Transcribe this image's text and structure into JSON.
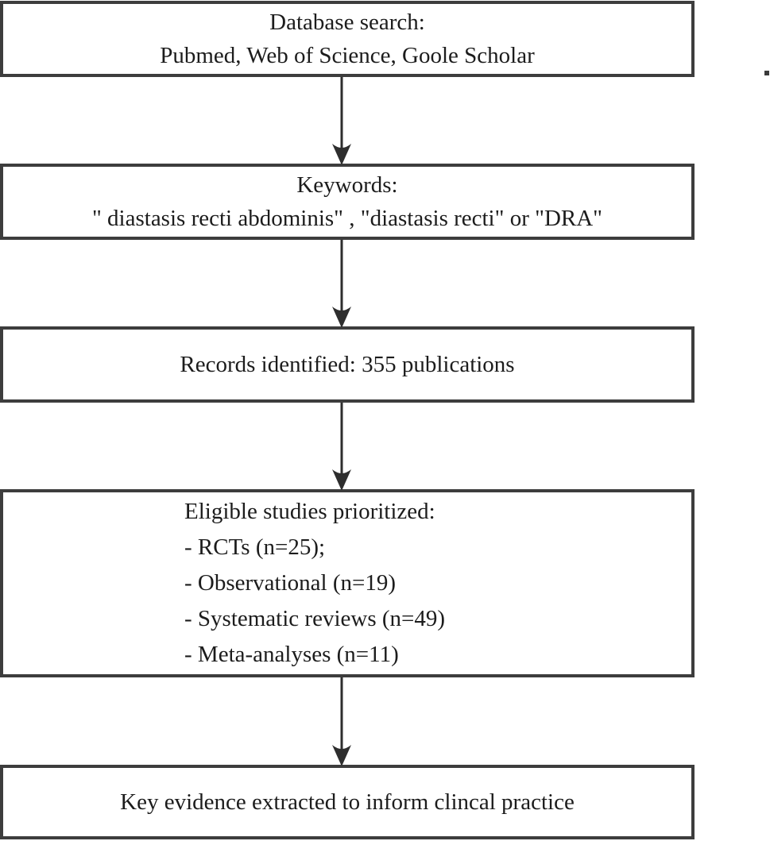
{
  "flowchart": {
    "boxes": [
      {
        "id": "database-search",
        "lines": [
          "Database search:",
          "Pubmed, Web of Science, Goole Scholar"
        ]
      },
      {
        "id": "keywords",
        "lines": [
          "Keywords:",
          "\" diastasis recti abdominis\" , \"diastasis recti\" or \"DRA\""
        ]
      },
      {
        "id": "records-identified",
        "lines": [
          "Records identified: 355 publications"
        ]
      },
      {
        "id": "eligible-studies",
        "lines": [
          "Eligible studies prioritized:",
          "- RCTs (n=25);",
          "- Observational (n=19)",
          "- Systematic reviews (n=49)",
          "- Meta-analyses (n=11)"
        ]
      },
      {
        "id": "key-evidence",
        "lines": [
          "Key evidence extracted to inform clincal practice"
        ]
      }
    ],
    "colors": {
      "border": "#3d3d3d",
      "text": "#1c1c1c",
      "arrow": "#2e2e2e",
      "background": "#ffffff"
    }
  }
}
